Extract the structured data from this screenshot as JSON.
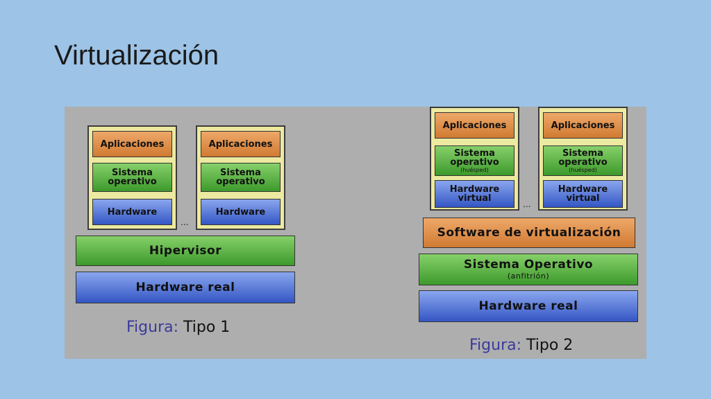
{
  "title": "Virtualización",
  "dots": "...",
  "type1": {
    "vms": [
      {
        "apps": "Aplicaciones",
        "os": "Sistema\noperativo",
        "hw": "Hardware"
      },
      {
        "apps": "Aplicaciones",
        "os": "Sistema\noperativo",
        "hw": "Hardware"
      }
    ],
    "hypervisor": "Hipervisor",
    "real_hw": "Hardware real",
    "caption_label": "Figura:",
    "caption_text": "Tipo 1"
  },
  "type2": {
    "vms": [
      {
        "apps": "Aplicaciones",
        "os": "Sistema\noperativo",
        "os_sub": "(huésped)",
        "hw": "Hardware\nvirtual"
      },
      {
        "apps": "Aplicaciones",
        "os": "Sistema\noperativo",
        "os_sub": "(huésped)",
        "hw": "Hardware\nvirtual"
      }
    ],
    "virt_sw": "Software de virtualización",
    "host_os": "Sistema Operativo",
    "host_os_sub": "(anfitrión)",
    "real_hw": "Hardware real",
    "caption_label": "Figura:",
    "caption_text": "Tipo 2"
  },
  "colors": {
    "background": "#9dc3e6",
    "panel": "#aeaeae",
    "orange": "#d07a32",
    "green": "#3d9a2c",
    "blue": "#3456c4",
    "caption_label": "#3b3b9c"
  }
}
